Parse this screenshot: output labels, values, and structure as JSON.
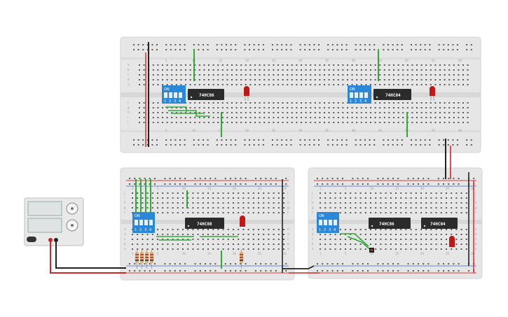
{
  "colors": {
    "board": "#e6e6e6",
    "board_edge": "#d2d2d2",
    "hole": "#5a5a5a",
    "rail_red": "#e23c3c",
    "rail_blue": "#3a66c8",
    "wire_green": "#35a83a",
    "wire_black": "#222222",
    "wire_red": "#d42424",
    "chip": "#2b2b2b",
    "dip_switch": "#2b88d8",
    "led": "#c01818",
    "resistor": "#d9b27a"
  },
  "icons": {
    "dip_switch": "dip-switch-icon",
    "chip": "ic-chip-icon",
    "led": "led-icon",
    "resistor": "resistor-icon",
    "power_supply": "power-supply-icon"
  },
  "top_board": {
    "col_numbers": [
      "5",
      "10",
      "15",
      "20",
      "25",
      "30",
      "35",
      "40",
      "45",
      "50",
      "55",
      "60"
    ],
    "row_letters_top": [
      "a",
      "b",
      "c",
      "d",
      "e"
    ],
    "row_letters_bottom": [
      "f",
      "g",
      "h",
      "i",
      "j"
    ],
    "chips": [
      {
        "label": "74HC86"
      },
      {
        "label": "74HC04"
      }
    ],
    "dip_switches": [
      {
        "on_label": "ON",
        "positions": [
          "1",
          "2",
          "3",
          "4"
        ]
      },
      {
        "on_label": "ON",
        "positions": [
          "1",
          "2",
          "3",
          "4"
        ]
      }
    ]
  },
  "bottom_left_board": {
    "col_numbers": [
      "1",
      "5",
      "10",
      "15",
      "20",
      "25",
      "30"
    ],
    "row_letters": [
      "j",
      "i",
      "h",
      "g",
      "f",
      "e",
      "d",
      "c",
      "b",
      "a"
    ],
    "chip": {
      "label": "74HC08"
    },
    "dip_switch": {
      "on_label": "ON",
      "positions": [
        "1",
        "2",
        "3",
        "4"
      ]
    }
  },
  "bottom_right_board": {
    "col_numbers": [
      "1",
      "5",
      "10",
      "15",
      "20",
      "25",
      "30"
    ],
    "row_letters": [
      "j",
      "i",
      "h",
      "g",
      "f",
      "e",
      "d",
      "c",
      "b",
      "a"
    ],
    "chips": [
      {
        "label": "74HC86"
      },
      {
        "label": "74HC04"
      }
    ],
    "dip_switch": {
      "on_label": "ON",
      "positions": [
        "1",
        "2",
        "3",
        "4"
      ]
    }
  }
}
